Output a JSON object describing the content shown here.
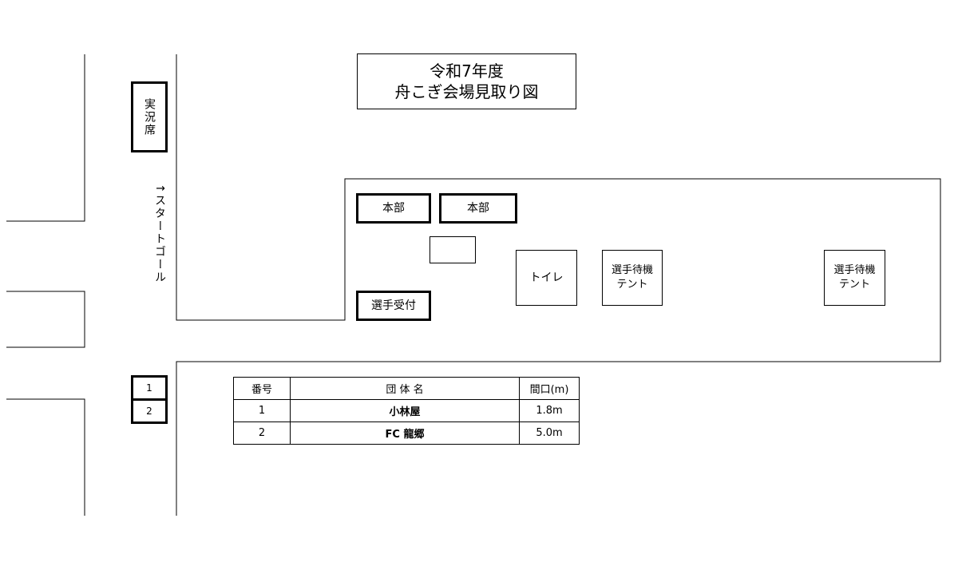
{
  "title": {
    "line1": "令和7年度",
    "line2": "舟こぎ会場見取り図"
  },
  "commentary_booth": "実況席",
  "start_goal": "↑スタートゴール",
  "headquarters": [
    "本部",
    "本部"
  ],
  "reception": "選手受付",
  "toilet": "トイレ",
  "waiting_tents": [
    {
      "line1": "選手待機",
      "line2": "テント"
    },
    {
      "line1": "選手待機",
      "line2": "テント"
    }
  ],
  "lanes": [
    "1",
    "2"
  ],
  "entries_table": {
    "headers": [
      "番号",
      "団 体 名",
      "間口(m)"
    ],
    "rows": [
      {
        "no": "1",
        "name": "小林屋",
        "width": "1.8m"
      },
      {
        "no": "2",
        "name": "FC 龍郷",
        "width": "5.0m"
      }
    ]
  }
}
